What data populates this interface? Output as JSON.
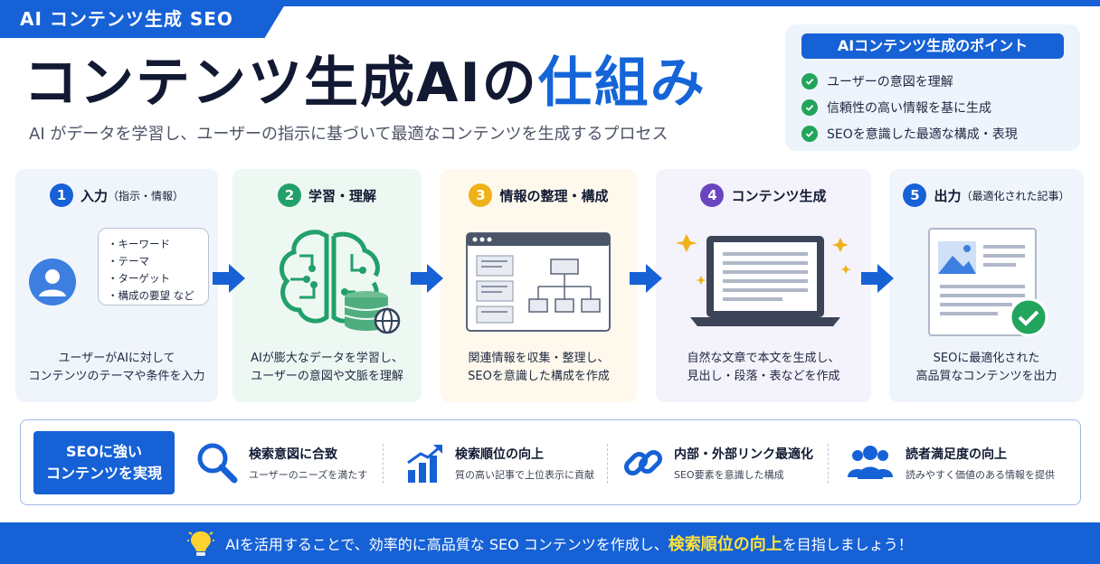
{
  "header": {
    "tag": "AI コンテンツ生成 SEO",
    "title_main": "コンテンツ生成AIの",
    "title_accent": "仕組み",
    "subtitle": "AI がデータを学習し、ユーザーの指示に基づいて最適なコンテンツを生成するプロセス"
  },
  "points": {
    "heading": "AIコンテンツ生成のポイント",
    "items": [
      "ユーザーの意図を理解",
      "信頼性の高い情報を基に生成",
      "SEOを意識した最適な構成・表現"
    ]
  },
  "steps": [
    {
      "num": "1",
      "title": "入力",
      "sub": "（指示・情報）",
      "color": "#1661d6",
      "desc": [
        "ユーザーがAIに対して",
        "コンテンツのテーマや条件を入力"
      ],
      "bubble": [
        "・キーワード",
        "・テーマ",
        "・ターゲット",
        "・構成の要望  など"
      ]
    },
    {
      "num": "2",
      "title": "学習・理解",
      "sub": "",
      "color": "#22a06b",
      "desc": [
        "AIが膨大なデータを学習し、",
        "ユーザーの意図や文脈を理解"
      ]
    },
    {
      "num": "3",
      "title": "情報の整理・構成",
      "sub": "",
      "color": "#f0b21a",
      "desc": [
        "関連情報を収集・整理し、",
        "SEOを意識した構成を作成"
      ]
    },
    {
      "num": "4",
      "title": "コンテンツ生成",
      "sub": "",
      "color": "#6a45c0",
      "desc": [
        "自然な文章で本文を生成し、",
        "見出し・段落・表などを作成"
      ]
    },
    {
      "num": "5",
      "title": "出力",
      "sub": "（最適化された記事）",
      "color": "#1661d6",
      "desc": [
        "SEOに最適化された",
        "高品質なコンテンツを出力"
      ]
    }
  ],
  "benefits": {
    "main": [
      "SEOに強い",
      "コンテンツを実現"
    ],
    "items": [
      {
        "title": "検索意図に合致",
        "desc": "ユーザーのニーズを満たす",
        "icon": "magnifier-icon"
      },
      {
        "title": "検索順位の向上",
        "desc": "質の高い記事で上位表示に貢献",
        "icon": "ranking-chart-icon"
      },
      {
        "title": "内部・外部リンク最適化",
        "desc": "SEO要素を意識した構成",
        "icon": "link-icon"
      },
      {
        "title": "読者満足度の向上",
        "desc": "読みやすく価値のある情報を提供",
        "icon": "users-icon"
      }
    ]
  },
  "footer": {
    "before": "AIを活用することで、効率的に高品質な SEO コンテンツを作成し、",
    "highlight": "検索順位の向上",
    "after": "を目指しましょう！"
  },
  "colors": {
    "brand_blue": "#1661d6",
    "green": "#22a06b",
    "yellow": "#f0b21a",
    "purple": "#6a45c0",
    "highlight": "#ffe23a"
  }
}
